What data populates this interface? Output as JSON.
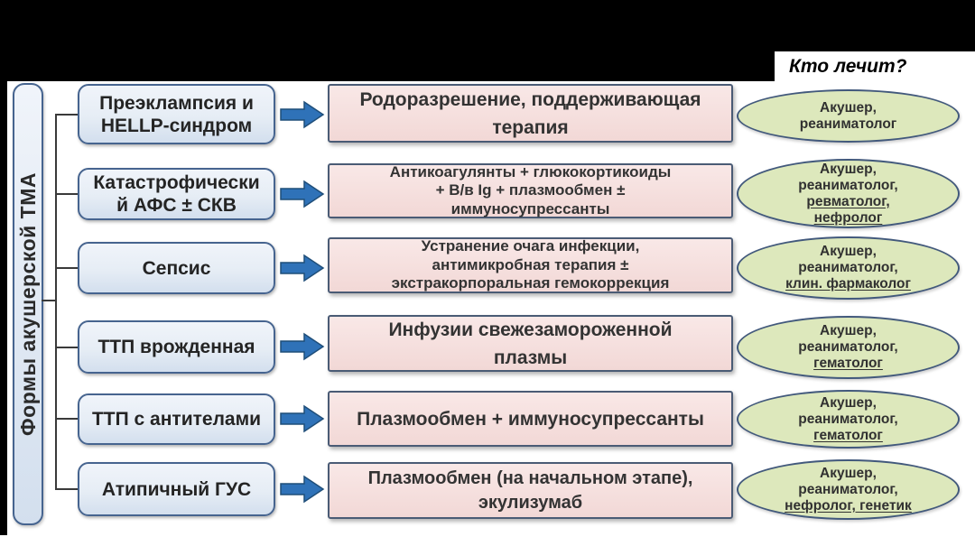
{
  "header": {
    "question": "Кто лечит?"
  },
  "sidebar": {
    "label": "Формы акушерской ТМА"
  },
  "rows": [
    {
      "condition_lines": [
        {
          "text": "Преэклампсия и"
        },
        {
          "text": "HELLP-синдром"
        }
      ],
      "treatment_lines": [
        {
          "text": "Родоразрешение, поддерживающая"
        },
        {
          "text": "терапия"
        }
      ],
      "specialist_lines": [
        {
          "text": "Акушер,"
        },
        {
          "text": "реаниматолог"
        }
      ]
    },
    {
      "condition_lines": [
        {
          "text": "Катастрофически"
        },
        {
          "text": "й АФС ± СКВ"
        }
      ],
      "treatment_lines": [
        {
          "text": "Антикоагулянты + глюкокортикоиды"
        },
        {
          "text": "+ В/в Ig + плазмообмен ±"
        },
        {
          "text": "иммуносупрессанты"
        }
      ],
      "specialist_lines": [
        {
          "text": "Акушер,"
        },
        {
          "text": "реаниматолог,"
        },
        {
          "text": "ревматолог,",
          "u": true
        },
        {
          "text": "нефролог",
          "u": true
        }
      ]
    },
    {
      "condition_lines": [
        {
          "text": "Сепсис"
        }
      ],
      "treatment_lines": [
        {
          "text": "Устранение очага инфекции,"
        },
        {
          "text": "антимикробная терапия ±"
        },
        {
          "text": "экстракорпоральная гемокоррекция"
        }
      ],
      "specialist_lines": [
        {
          "text": "Акушер,"
        },
        {
          "text": "реаниматолог,"
        },
        {
          "text": "клин. фармаколог",
          "u": true
        }
      ]
    },
    {
      "condition_lines": [
        {
          "text": "ТТП врожденная"
        }
      ],
      "treatment_lines": [
        {
          "text": "Инфузии свежезамороженной"
        },
        {
          "text": "плазмы"
        }
      ],
      "specialist_lines": [
        {
          "text": "Акушер,"
        },
        {
          "text": "реаниматолог,"
        },
        {
          "text": "гематолог",
          "u": true
        }
      ]
    },
    {
      "condition_lines": [
        {
          "text": "ТТП с антителами"
        }
      ],
      "treatment_lines": [
        {
          "text": "Плазмообмен + иммуносупрессанты"
        }
      ],
      "specialist_lines": [
        {
          "text": "Акушер,"
        },
        {
          "text": "реаниматолог,"
        },
        {
          "text": "гематолог",
          "u": true
        }
      ]
    },
    {
      "condition_lines": [
        {
          "text": "Атипичный ГУС"
        }
      ],
      "treatment_lines": [
        {
          "text": "Плазмообмен (на начальном этапе),"
        },
        {
          "text": "экулизумаб"
        }
      ],
      "specialist_lines": [
        {
          "text": "Акушер,"
        },
        {
          "text": "реаниматолог,"
        },
        {
          "text": "нефролог, генетик",
          "u": true
        }
      ]
    }
  ],
  "icons": {
    "arrow": "arrow-right-icon"
  },
  "colors": {
    "accent-blue": "#2f72b8",
    "arrow-stroke": "#1f4e79",
    "box-border-blue": "#46648f",
    "box-border-slate": "#4a5b75",
    "box-border-ellipse": "#42597c",
    "cond-fill-top": "#f0f4fa",
    "cond-fill-bottom": "#d3dfee",
    "pink-top": "#f9e8e7",
    "pink-bottom": "#f2d8d6",
    "green-fill": "#dde8bc",
    "ink": "#262626"
  }
}
